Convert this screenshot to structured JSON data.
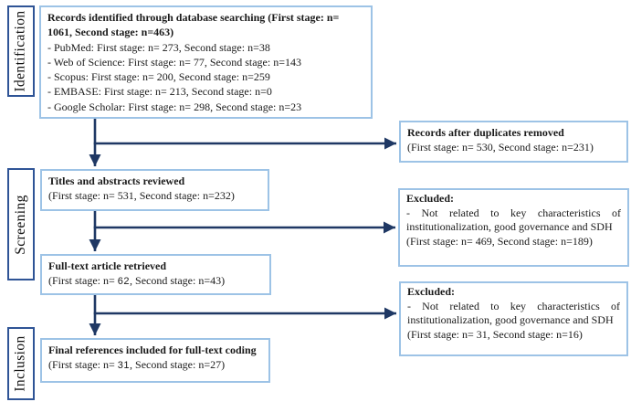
{
  "palette": {
    "box_border": "#9DC3E6",
    "stage_border": "#2F5496",
    "arrow": "#1F3864",
    "text": "#1a1a1a"
  },
  "stages": {
    "identification": "Identification",
    "screening": "Screening",
    "inclusion": "Inclusion"
  },
  "boxes": {
    "records_identified": {
      "title": "Records identified through database searching (First stage: n= 1061, Second stage: n=463)",
      "lines": [
        "- PubMed: First stage: n= 273, Second stage: n=38",
        "- Web of Science: First stage: n= 77, Second stage: n=143",
        "- Scopus: First stage: n= 200, Second stage: n=259",
        "- EMBASE: First stage: n= 213, Second stage: n=0",
        "- Google Scholar: First stage: n= 298, Second stage: n=23"
      ]
    },
    "duplicates_removed": {
      "title": "Records after duplicates removed",
      "count_line": "(First stage: n= 530, Second stage: n=231)"
    },
    "titles_abstracts": {
      "title": "Titles and abstracts reviewed",
      "count_line": "(First stage: n= 531, Second stage: n=232)"
    },
    "excluded_screening": {
      "title": "Excluded:",
      "reason": "- Not related to key characteristics of institutionalization, good governance and SDH",
      "count_line": "(First stage: n= 469, Second stage: n=189)"
    },
    "fulltext_retrieved": {
      "title": "Full-text article retrieved",
      "count_pre": "(First stage: n= ",
      "count_num": "62",
      "count_post": ", Second stage: n=43)"
    },
    "excluded_fulltext": {
      "title": "Excluded:",
      "reason": "- Not related to key characteristics of institutionalization, good governance and SDH",
      "count_line": "(First stage: n= 31, Second stage: n=16)"
    },
    "final_included": {
      "title": "Final references included for full-text coding",
      "count_pre": "(First stage: n= ",
      "count_num": "31",
      "count_post": ", Second stage: n=27)"
    }
  }
}
